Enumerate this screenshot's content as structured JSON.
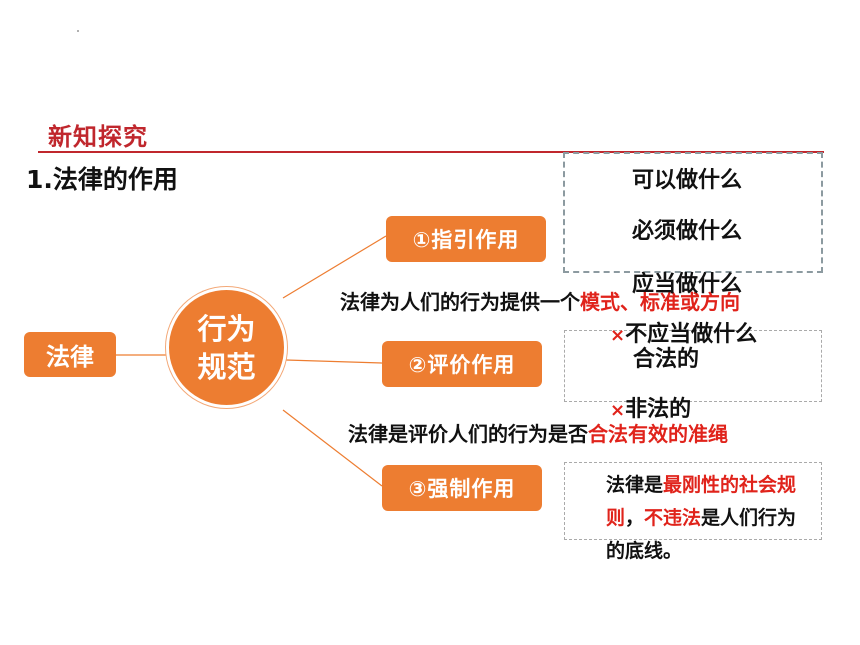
{
  "section_title": "新知探究",
  "heading": "1.法律的作用",
  "law_label": "法律",
  "circle": {
    "line1": "行为",
    "line2": "规范"
  },
  "functions": [
    {
      "label": "①指引作用"
    },
    {
      "label": "②评价作用"
    },
    {
      "label": "③强制作用"
    }
  ],
  "guidance_items": [
    "可以做什么",
    "必须做什么",
    "应当做什么",
    "不应当做什么"
  ],
  "evaluation_items": [
    "合法的",
    "非法的"
  ],
  "x_symbol": "×",
  "guidance_desc": {
    "text": "法律为人们的行为提供一个",
    "highlight": "模式、标准或方向"
  },
  "evaluation_desc": {
    "text": "法律是评价人们的行为是否",
    "highlight": "合法有效的准绳"
  },
  "coercion_note": {
    "p1": "法律是",
    "h1": "最刚性的社会规则",
    "p2": "，",
    "h2": "不违法",
    "p3": "是人们行为的底线。"
  },
  "colors": {
    "orange": "#ed7d31",
    "red": "#e0231b",
    "title_red": "#c0272d"
  }
}
